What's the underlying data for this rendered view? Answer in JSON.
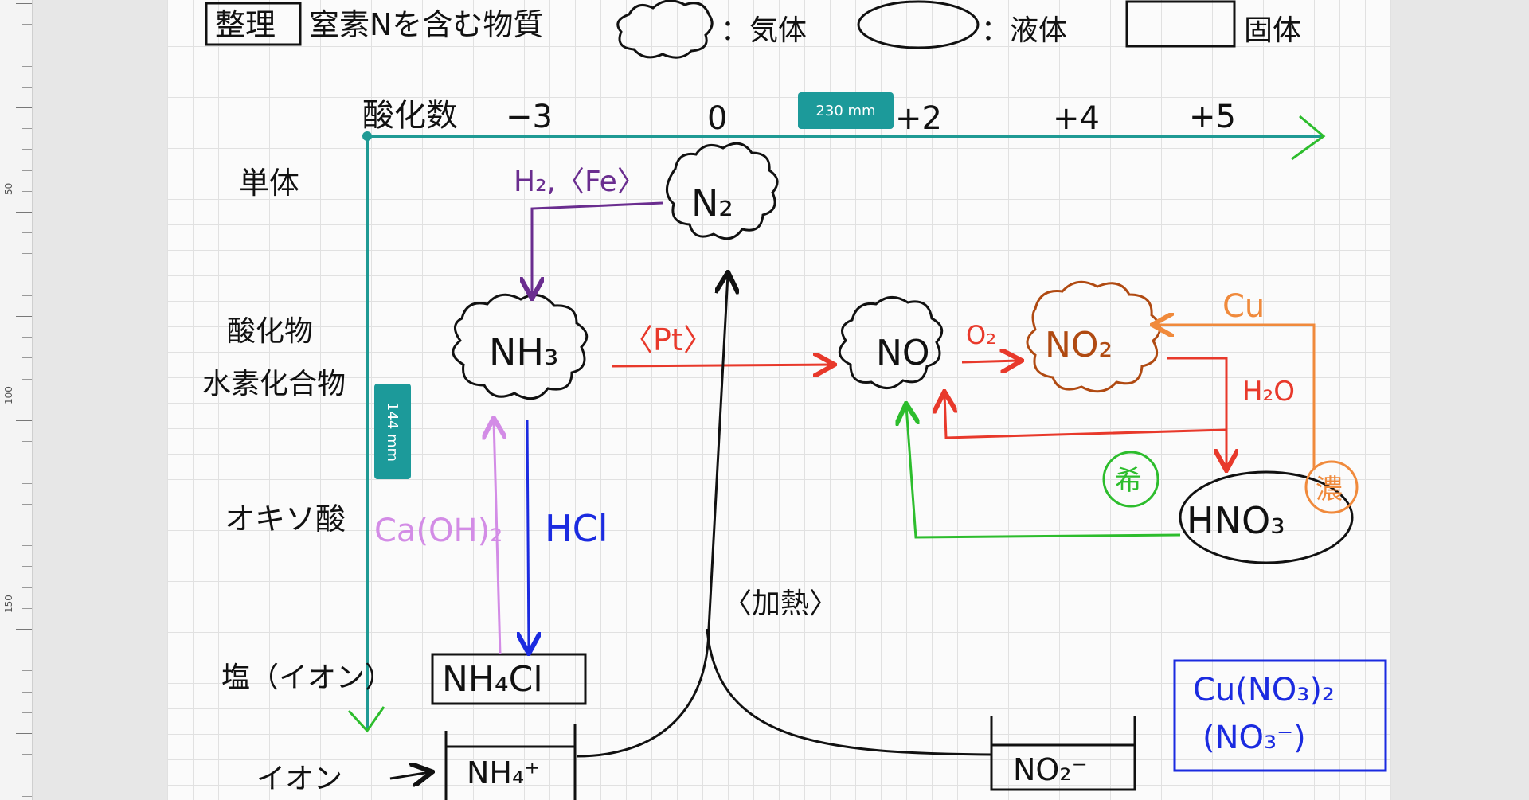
{
  "ruler": {
    "labels": [
      "50",
      "100",
      "150"
    ]
  },
  "header": {
    "title_box": "整理",
    "title": "窒素Nを含む物質",
    "legend": {
      "gas": "：気体",
      "liquid": "：液体",
      "solid": "固体"
    }
  },
  "axis": {
    "x_title": "酸化数",
    "x_ticks": [
      "−3",
      "0",
      "+2",
      "+4",
      "+5"
    ],
    "y_labels": [
      "単体",
      "酸化物",
      "水素化合物",
      "オキソ酸",
      "塩（イオン）",
      "イオン"
    ]
  },
  "species": {
    "n2": "N₂",
    "nh3": "NH₃",
    "no": "NO",
    "no2": "NO₂",
    "hno3": "HNO₃",
    "nh4cl": "NH₄Cl",
    "nh4_ion": "NH₄⁺",
    "no2_ion": "NO₂⁻",
    "cu_nitrate": "Cu(NO₃)₂",
    "nitrate_ion": "(NO₃⁻)"
  },
  "reagents": {
    "haber": "H₂,〈Fe〉",
    "pt": "〈Pt〉",
    "o2": "O₂",
    "h2o": "H₂O",
    "cu": "Cu",
    "dilute": "希",
    "conc": "濃",
    "caoh2": "Ca(OH)₂",
    "hcl": "HCl",
    "heat": "〈加熱〉"
  },
  "measurements": {
    "horizontal": "230 mm",
    "vertical": "144 mm"
  },
  "colors": {
    "axis": "#1f9a94",
    "ink": "#111111",
    "purple": "#6a2d8f",
    "red": "#e8392b",
    "brown": "#b04a12",
    "orange": "#f08a3c",
    "green": "#2dbd2d",
    "blue": "#1b2be0",
    "lilac": "#d38ce6",
    "badge": "#1c9a9a"
  }
}
